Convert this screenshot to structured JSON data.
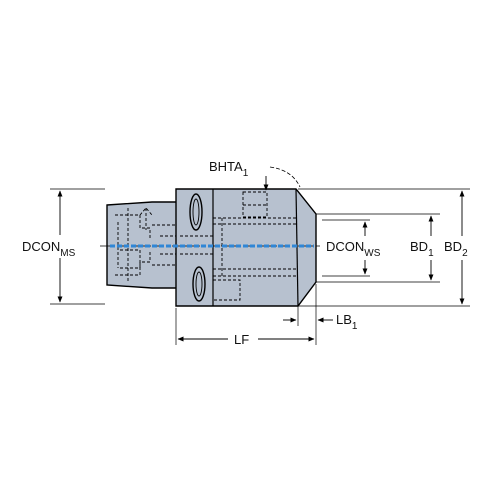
{
  "labels": {
    "bhta": {
      "main": "BHTA",
      "sub": "1"
    },
    "dcon_ms": {
      "main": "DCON",
      "sub": "MS"
    },
    "dcon_ws": {
      "main": "DCON",
      "sub": "WS"
    },
    "bd1": {
      "main": "BD",
      "sub": "1"
    },
    "bd2": {
      "main": "BD",
      "sub": "2"
    },
    "lf": {
      "main": "LF"
    },
    "lb1": {
      "main": "LB",
      "sub": "1"
    }
  },
  "colors": {
    "body_fill": "#b7c1cf",
    "outline": "#000000",
    "coolant": "#2f86d6",
    "dimension_line": "#000000",
    "background": "#ffffff"
  }
}
